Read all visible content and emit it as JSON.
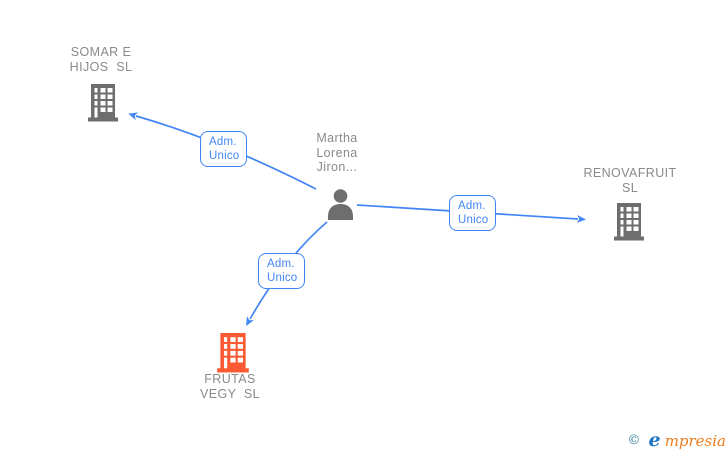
{
  "colors": {
    "edge_blue": "#4285f4",
    "label_blue": "#4285f4",
    "icon_gray": "#6e6e6e",
    "icon_orange": "#fb5a33",
    "text_gray": "#8a8a8a",
    "logo_teal": "#2e7f93",
    "logo_blue": "#2176c0",
    "logo_orange": "#ef7d1e",
    "background": "#ffffff"
  },
  "person": {
    "name_lines": [
      "Martha",
      "Lorena",
      "Jiron..."
    ]
  },
  "companies": [
    {
      "name_lines": [
        "SOMAR E",
        "HIJOS  SL"
      ]
    },
    {
      "name_lines": [
        "RENOVAFRUIT",
        "SL"
      ]
    },
    {
      "name_lines": [
        "FRUTAS",
        "VEGY  SL"
      ]
    }
  ],
  "edges": [
    {
      "label_lines": [
        "Adm.",
        "Unico"
      ]
    },
    {
      "label_lines": [
        "Adm.",
        "Unico"
      ]
    },
    {
      "label_lines": [
        "Adm.",
        "Unico"
      ]
    }
  ],
  "footer": {
    "copyright": "©",
    "brand_initial": "e",
    "brand_rest": "mpresia"
  }
}
